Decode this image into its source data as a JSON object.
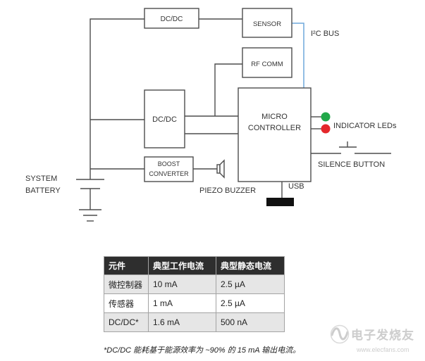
{
  "diagram": {
    "blocks": {
      "dcdc_top": "DC/DC",
      "sensor": "SENSOR",
      "rf_comm": "RF COMM",
      "dcdc_main": "DC/DC",
      "mcu_line1": "MICRO",
      "mcu_line2": "CONTROLLER",
      "boost_line1": "BOOST",
      "boost_line2": "CONVERTER"
    },
    "labels": {
      "i2c_bus": "I²C BUS",
      "indicator_leds": "INDICATOR LEDs",
      "silence_button": "SILENCE BUTTON",
      "system_battery_line1": "SYSTEM",
      "system_battery_line2": "BATTERY",
      "piezo_buzzer": "PIEZO BUZZER",
      "usb": "USB"
    },
    "colors": {
      "i2c_bus": "#6fa8dc",
      "led_green": "#22a84a",
      "led_red": "#e4272b",
      "usb": "#111111"
    }
  },
  "table": {
    "headers": [
      "元件",
      "典型工作电流",
      "典型静态电流"
    ],
    "rows": [
      [
        "微控制器",
        "10 mA",
        "2.5 µA"
      ],
      [
        "传感器",
        "1 mA",
        "2.5 µA"
      ],
      [
        "DC/DC*",
        "1.6 mA",
        "500 nA"
      ]
    ],
    "colors": {
      "header_bg": "#2e2e2e",
      "shaded_row_bg": "#e6e6e6",
      "plain_row_bg": "#ffffff"
    }
  },
  "footnote": "*DC/DC 能耗基于能源效率为 ~90% 的 15 mA 输出电流。",
  "watermark": {
    "name": "电子发烧友",
    "url": "www.elecfans.com"
  }
}
